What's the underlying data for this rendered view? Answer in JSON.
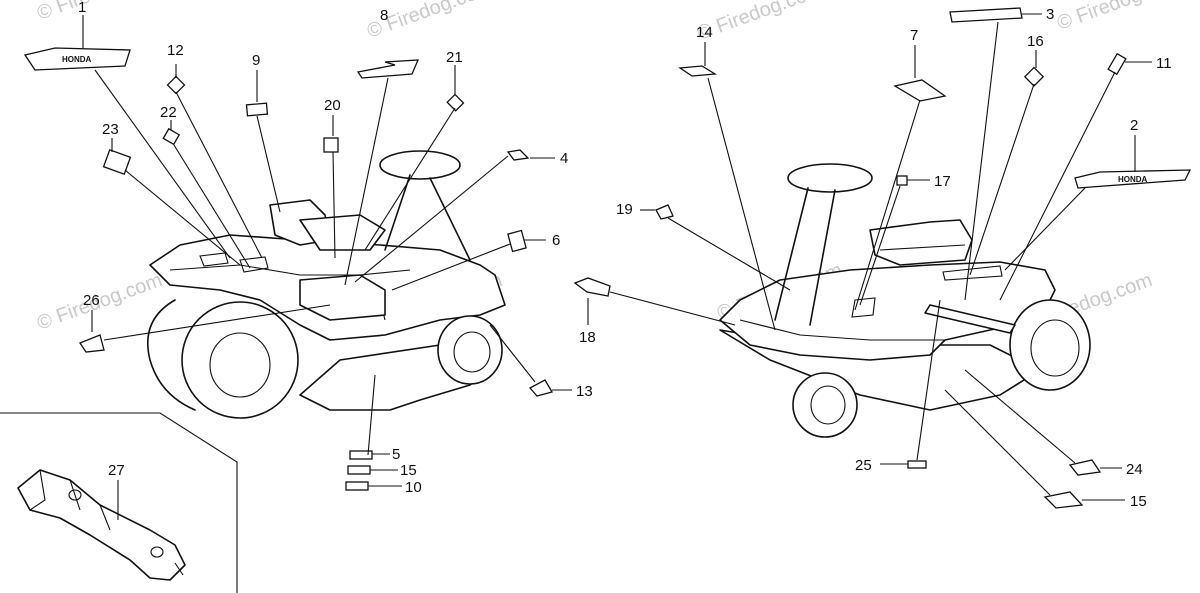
{
  "watermark": "© Firedog.com",
  "decal_brand": "HONDA",
  "callouts": {
    "c1": "1",
    "c2": "2",
    "c3": "3",
    "c4": "4",
    "c5": "5",
    "c6": "6",
    "c7": "7",
    "c8": "8",
    "c9": "9",
    "c10": "10",
    "c11": "11",
    "c12": "12",
    "c13": "13",
    "c14": "14",
    "c15a": "15",
    "c15b": "15",
    "c16": "16",
    "c17": "17",
    "c18": "18",
    "c19": "19",
    "c20": "20",
    "c21": "21",
    "c22": "22",
    "c23": "23",
    "c24": "24",
    "c25": "25",
    "c26": "26",
    "c27": "27"
  }
}
